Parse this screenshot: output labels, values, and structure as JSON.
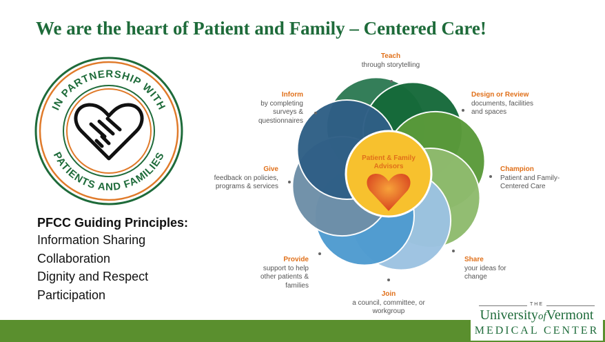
{
  "slide": {
    "title": "We are the heart of Patient and Family – Centered Care!"
  },
  "badge": {
    "text_arc_top": "IN PARTNERSHIP WITH",
    "text_arc_bottom": "PATIENTS AND FAMILIES",
    "icon": "heart-handshake-icon",
    "colors": {
      "green": "#1e6b3a",
      "orange": "#e07a2a"
    }
  },
  "principles": {
    "heading": "PFCC Guiding Principles:",
    "items": [
      "Information Sharing",
      "Collaboration",
      "Dignity and Respect",
      "Participation"
    ]
  },
  "flower": {
    "center_title": "Patient & Family Advisors",
    "center_icon": "heart-icon",
    "petal_colors": [
      "#2e7a54",
      "#166a3a",
      "#5a9a3a",
      "#8fbb6e",
      "#9cc3e2",
      "#4f9bd0",
      "#6e8fa8",
      "#2f5f86"
    ],
    "center_color": "#f7c12e",
    "labels": [
      {
        "heading": "Teach",
        "text": "through storytelling"
      },
      {
        "heading": "Design or Review",
        "text": "documents, facilities and spaces"
      },
      {
        "heading": "Champion",
        "text": "Patient and Family-Centered Care"
      },
      {
        "heading": "Share",
        "text": "your ideas for change"
      },
      {
        "heading": "Join",
        "text": "a council, committee, or workgroup"
      },
      {
        "heading": "Provide",
        "text": "support to help other patients & families"
      },
      {
        "heading": "Give",
        "text": "feedback on policies, programs & services"
      },
      {
        "heading": "Inform",
        "text": "by completing surveys & questionnaires"
      }
    ]
  },
  "logo": {
    "the": "THE",
    "line1_a": "University",
    "line1_of": "of",
    "line1_b": "Vermont",
    "line2": "MEDICAL CENTER"
  }
}
